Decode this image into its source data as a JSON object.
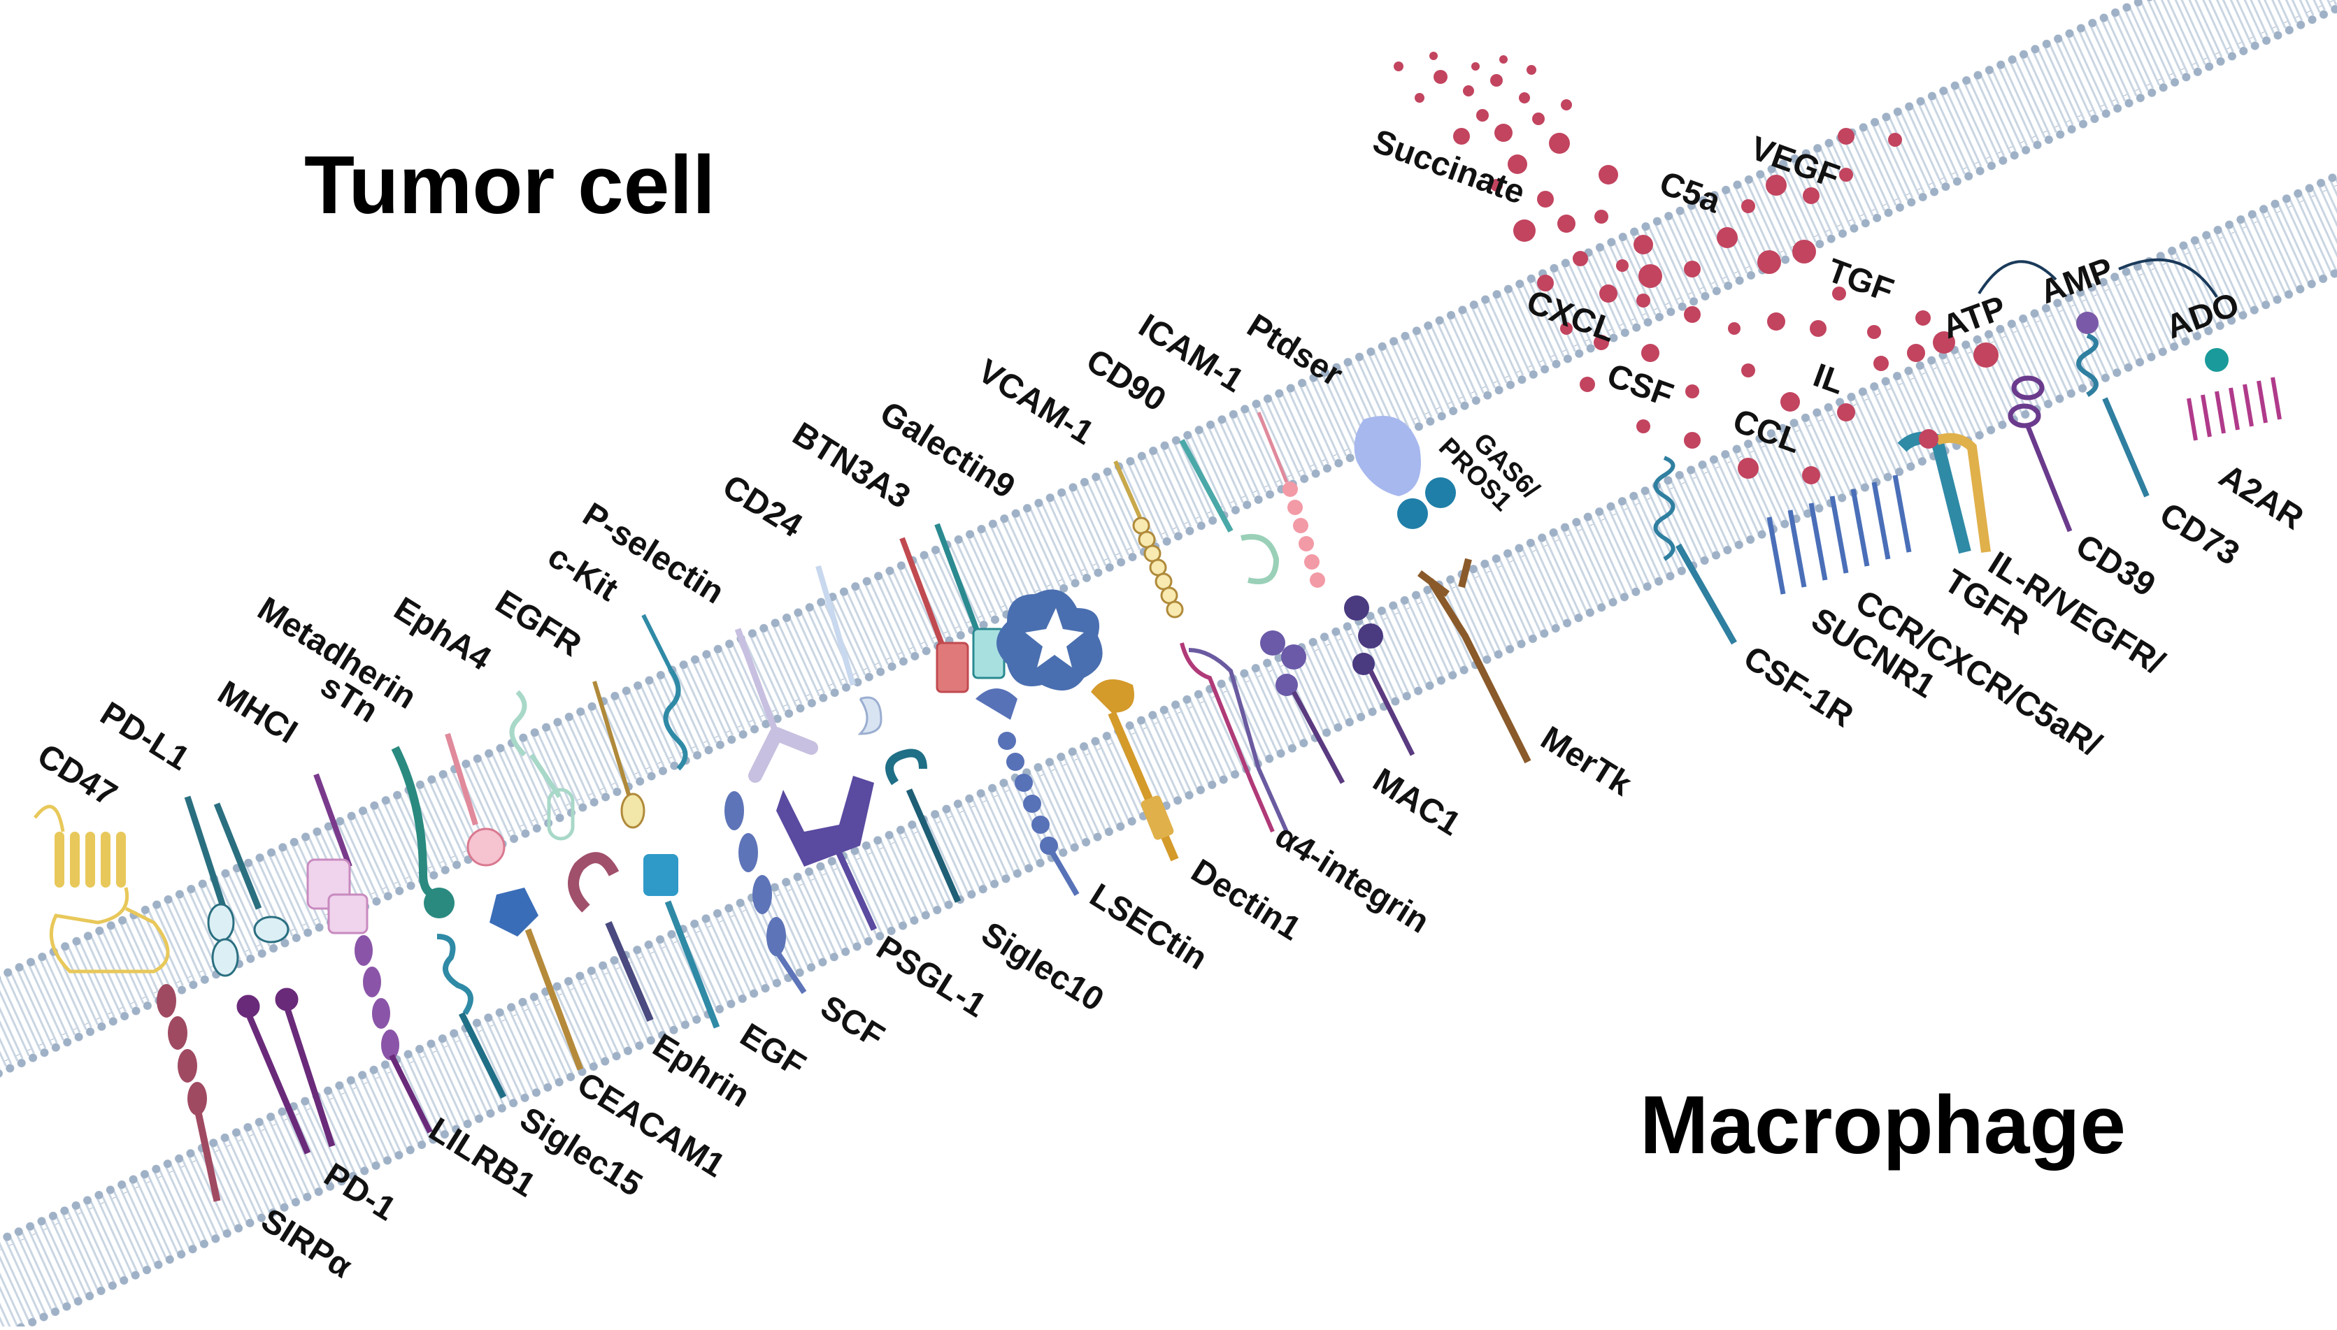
{
  "titles": {
    "tumor": "Tumor cell",
    "macrophage": "Macrophage"
  },
  "tumor_labels": {
    "cd47": "CD47",
    "pdl1": "PD-L1",
    "mhci": "MHCI",
    "metadherin": "Metadherin",
    "stn": "sTn",
    "epha4": "EphA4",
    "egfr": "EGFR",
    "ckit": "c-Kit",
    "pselectin": "P-selectin",
    "cd24": "CD24",
    "btn3a3": "BTN3A3",
    "galectin9": "Galectin9",
    "vcam1": "VCAM-1",
    "cd90": "CD90",
    "icam1": "ICAM-1",
    "ptdser": "Ptdser",
    "gas6": "GAS6/\nPROS1"
  },
  "macrophage_labels": {
    "sirpa": "SIRPα",
    "pd1": "PD-1",
    "lilrb1": "LILRB1",
    "siglec15": "Siglec15",
    "ceacam1": "CEACAM1",
    "ephrin": "Ephrin",
    "egf": "EGF",
    "scf": "SCF",
    "psgl1": "PSGL-1",
    "siglec10": "Siglec10",
    "lsectin": "LSECtin",
    "dectin1": "Dectin1",
    "a4integrin": "α4-integrin",
    "mac1": "MAC1",
    "mertk": "MerTk",
    "csf1r": "CSF-1R",
    "ccr": "CCR/CXCR/C5aR/\nSUCNR1",
    "ilr": "IL-R/VEGFR/\nTGFR",
    "cd39": "CD39",
    "cd73": "CD73",
    "a2ar": "A2AR"
  },
  "soluble_labels": {
    "succinate": "Succinate",
    "c5a": "C5a",
    "vegf": "VEGF",
    "tgf": "TGF",
    "cxcl": "CXCL",
    "csf": "CSF",
    "il": "IL",
    "ccl": "CCL",
    "atp": "ATP",
    "amp": "AMP",
    "ado": "ADO"
  },
  "colors": {
    "membrane": "#aebfd2",
    "membrane_head": "#9db0c6",
    "ligand_dot": "#c2445f",
    "cd47": "#e8c85a",
    "receptor_teal": "#2f8aa6",
    "receptor_purple": "#6a3a8c",
    "receptor_blue": "#5872b8"
  }
}
